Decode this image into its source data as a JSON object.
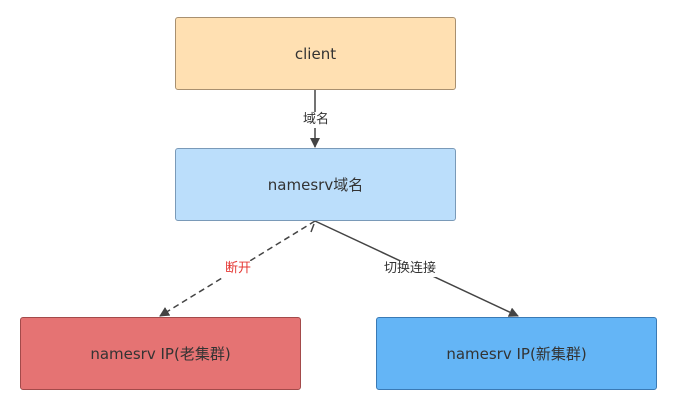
{
  "nodes": {
    "client": {
      "label": "client",
      "fill": "#FFE0B2",
      "border": "#A89070"
    },
    "namesrv_domain": {
      "label": "namesrv域名",
      "fill": "#BBDEFB",
      "border": "#7A9AB8"
    },
    "namesrv_old": {
      "label": "namesrv IP(老集群)",
      "fill": "#E57373",
      "border": "#A34A4A"
    },
    "namesrv_new": {
      "label": "namesrv IP(新集群)",
      "fill": "#64B5F6",
      "border": "#3A7AB5"
    }
  },
  "edges": {
    "domain": {
      "label": "域名"
    },
    "disconnect": {
      "label": "断开",
      "color": "#E53935"
    },
    "switch": {
      "label": "切换连接"
    }
  },
  "colors": {
    "edge_line": "#444444",
    "background": "#FFFFFF"
  }
}
